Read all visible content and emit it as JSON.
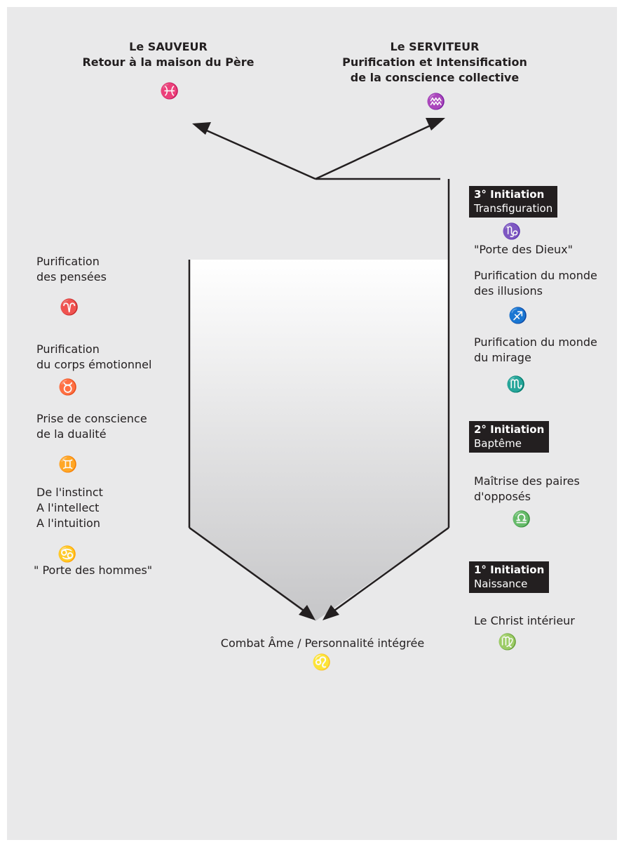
{
  "top": {
    "left": {
      "line1": "Le SAUVEUR",
      "line2": "Retour à la maison du Père",
      "symbol": "♓"
    },
    "right": {
      "line1": "Le SERVITEUR",
      "line2": "Purification et Intensification",
      "line3": "de la conscience collective",
      "symbol": "♒"
    }
  },
  "left_column": [
    {
      "line1": "Purification",
      "line2": "des pensées",
      "symbol": "♈"
    },
    {
      "line1": "Purification",
      "line2": "du corps émotionnel",
      "symbol": "♉"
    },
    {
      "line1": "Prise de conscience",
      "line2": "de la dualité",
      "symbol": "♊"
    },
    {
      "line1": "De l'instinct",
      "line2": "A l'intellect",
      "line3": "A l'intuition",
      "symbol": "♋",
      "caption": "\" Porte des hommes\""
    }
  ],
  "right_column": {
    "init3": {
      "title": "3° Initiation",
      "subtitle": "Transfiguration",
      "symbol": "♑",
      "caption": "\"Porte des Dieux\""
    },
    "item_a": {
      "line1": "Purification du monde",
      "line2": "des illusions",
      "symbol": "♐"
    },
    "item_b": {
      "line1": "Purification du monde",
      "line2": "du mirage",
      "symbol": "♏"
    },
    "init2": {
      "title": "2° Initiation",
      "subtitle": "Baptême"
    },
    "item_c": {
      "line1": "Maîtrise des paires",
      "line2": "d'opposés",
      "symbol": "♎"
    },
    "init1": {
      "title": "1° Initiation",
      "subtitle": "Naissance"
    },
    "item_d": {
      "line1": "Le Christ intérieur",
      "symbol": "♍"
    }
  },
  "bottom": {
    "label": "Combat  Âme  /  Personnalité intégrée",
    "symbol": "♌"
  },
  "colors": {
    "background": "#e9e9ea",
    "ink": "#231f20",
    "gradient_top": "#ffffff",
    "gradient_bottom": "#c8c8ca"
  }
}
